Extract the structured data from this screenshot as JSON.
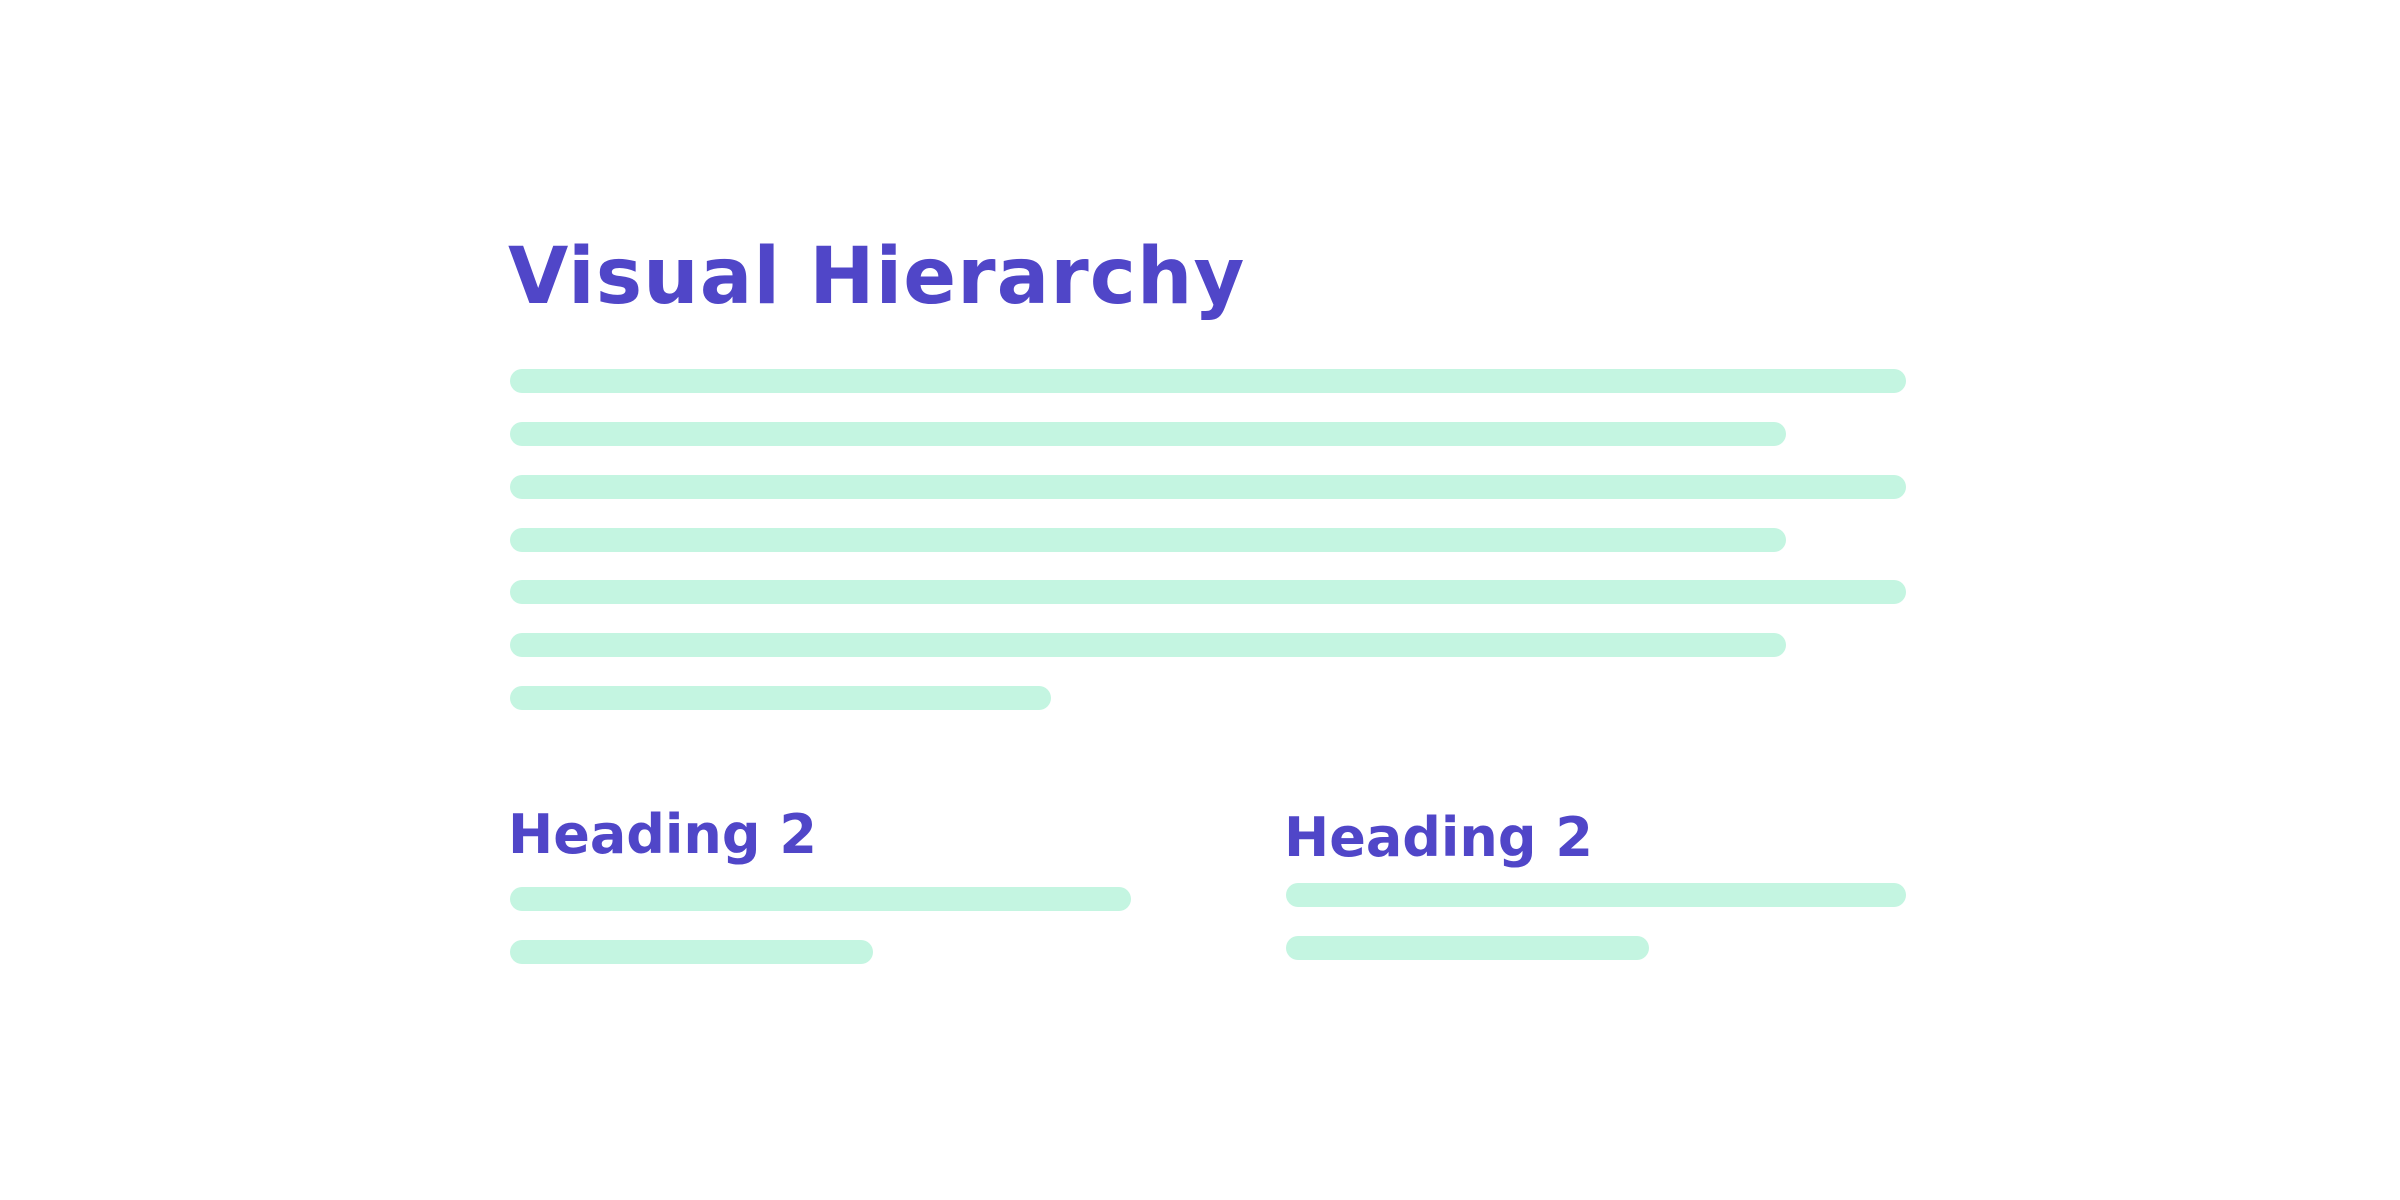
{
  "colors": {
    "heading": "#5046c8",
    "text_line": "#c4f5e1",
    "background": "#ffffff"
  },
  "title": "Visual Hierarchy",
  "sections": [
    {
      "heading": "Heading 2"
    },
    {
      "heading": "Heading 2"
    }
  ]
}
